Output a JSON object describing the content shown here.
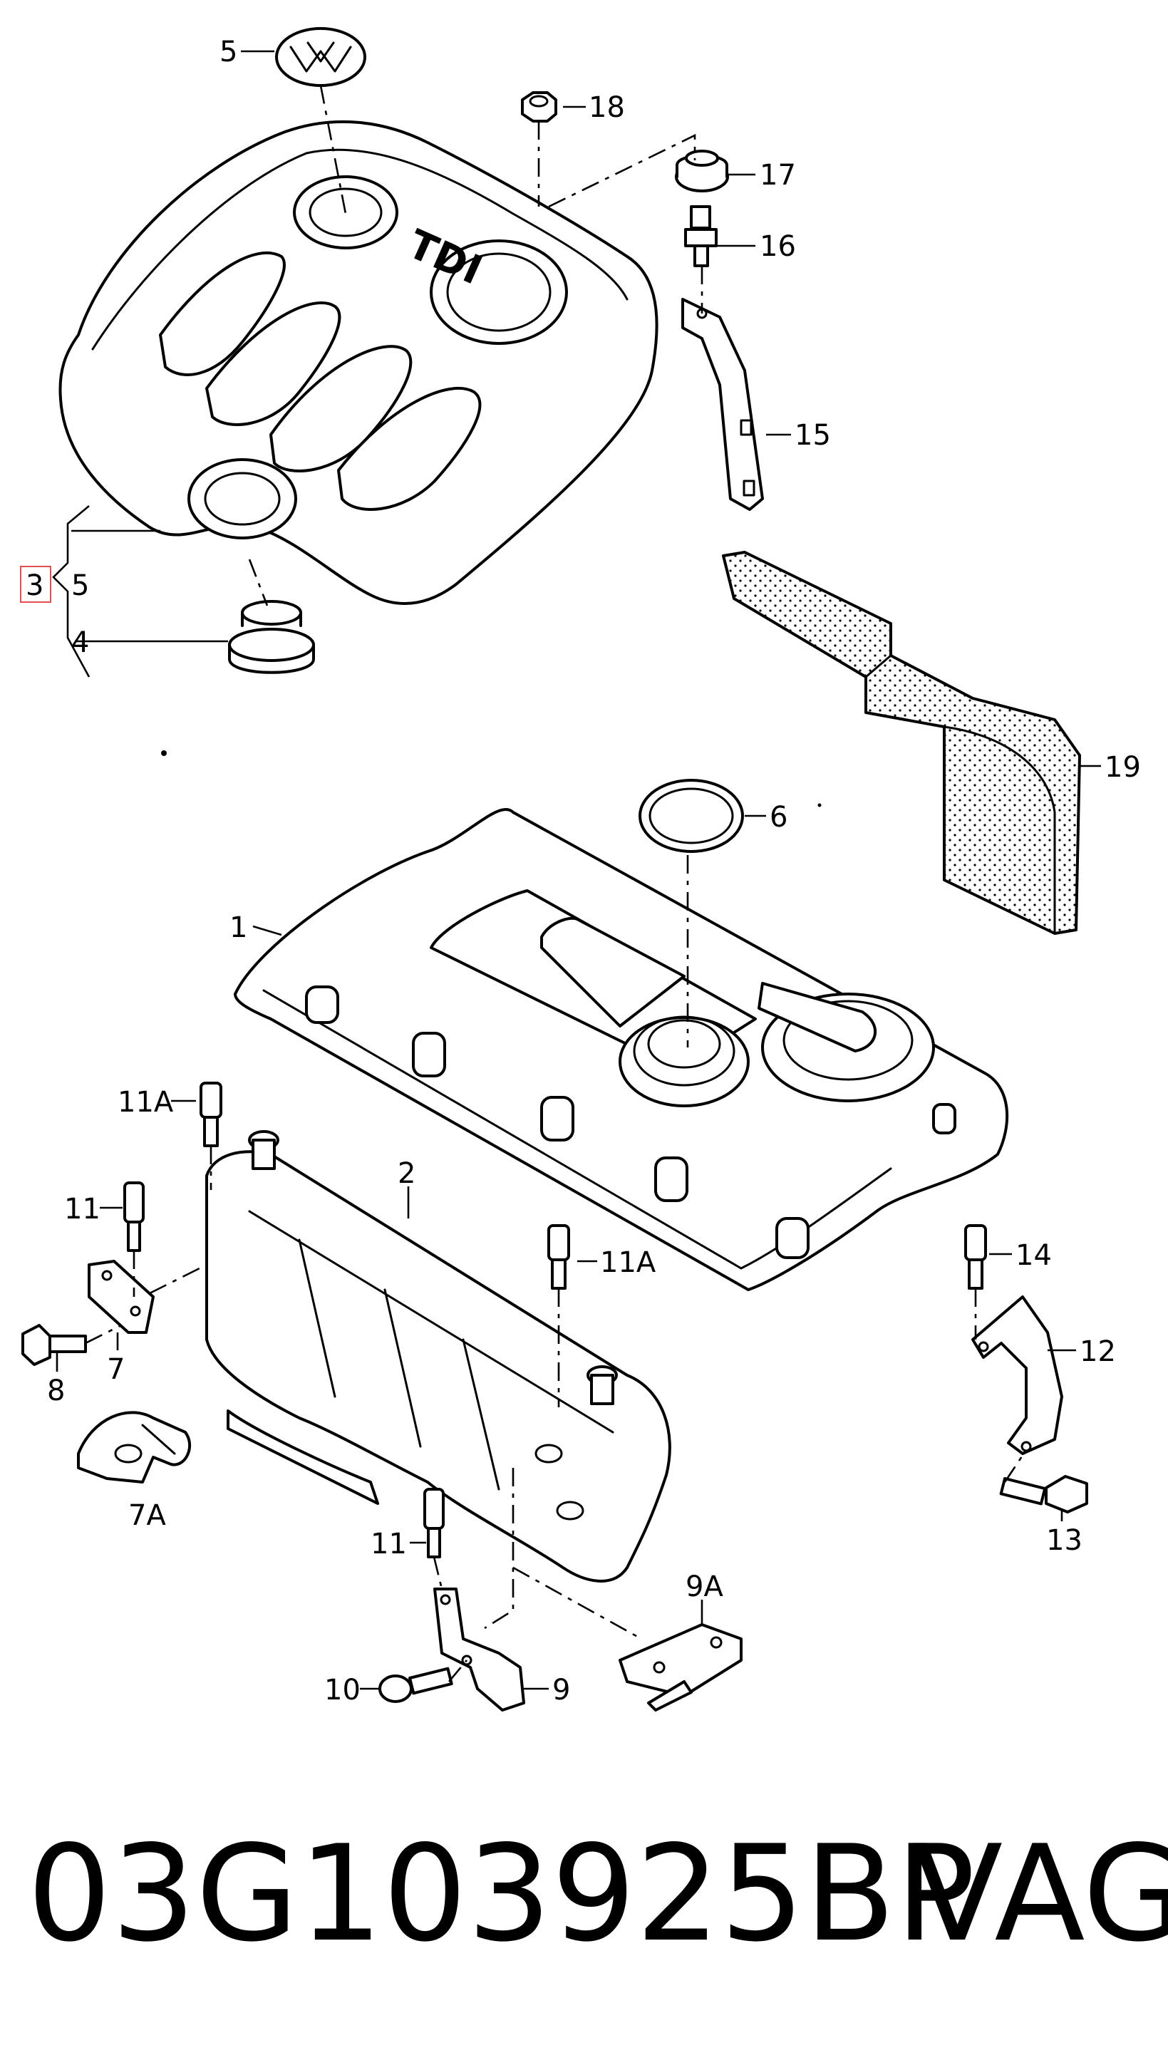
{
  "labels": {
    "p5_top": "5",
    "p18": "18",
    "p17": "17",
    "p16": "16",
    "p15": "15",
    "p3": "3",
    "p5_side": "5",
    "p4": "4",
    "p19": "19",
    "p6": "6",
    "p1": "1",
    "p11A_left": "11A",
    "p2": "2",
    "p11_left": "11",
    "p11A_right": "11A",
    "p14": "14",
    "p12": "12",
    "p8": "8",
    "p7": "7",
    "p7A": "7A",
    "p13": "13",
    "p11_bottom": "11",
    "p9A": "9A",
    "p10": "10",
    "p9": "9"
  },
  "emblem_text": "TDI",
  "footer": {
    "part_number": "03G103925BP",
    "brand": "VAG"
  }
}
